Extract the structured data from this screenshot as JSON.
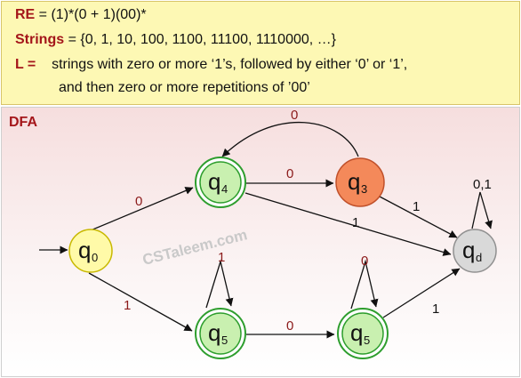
{
  "header": {
    "re_key": "RE",
    "re_value": " = (1)*(0 + 1)(00)*",
    "strings_key": "Strings",
    "strings_value": " = {0, 1, 10, 100, 1100, 11100, 1110000, …}",
    "lang_key": "L =",
    "lang_value": "    strings with zero or more ‘1’s, followed by either ‘0’ or ‘1’,",
    "lang_value_cont": "and then zero or more repetitions of ’00’"
  },
  "diagram": {
    "title": "DFA",
    "watermark": "CSTaleem.com",
    "states": [
      {
        "id": "q0",
        "letter": "q",
        "sub": "0",
        "fill": "#fffaa8",
        "stroke": "#c8b800",
        "accepting": false
      },
      {
        "id": "q4",
        "letter": "q",
        "sub": "4",
        "fill": "#c9f0b0",
        "stroke": "#2e9e2e",
        "accepting": true
      },
      {
        "id": "q3",
        "letter": "q",
        "sub": "3",
        "fill": "#f4895a",
        "stroke": "#c0502a",
        "accepting": false
      },
      {
        "id": "qd",
        "letter": "q",
        "sub": "d",
        "fill": "#d9d9d9",
        "stroke": "#909090",
        "accepting": false
      },
      {
        "id": "q5a",
        "letter": "q",
        "sub": "5",
        "fill": "#c9f0b0",
        "stroke": "#2e9e2e",
        "accepting": true
      },
      {
        "id": "q5b",
        "letter": "q",
        "sub": "5",
        "fill": "#c9f0b0",
        "stroke": "#2e9e2e",
        "accepting": true
      }
    ],
    "edges": [
      {
        "id": "q0-q4",
        "label": "0"
      },
      {
        "id": "q0-q5a",
        "label": "1"
      },
      {
        "id": "q4-q3",
        "label": "0"
      },
      {
        "id": "q3-q4",
        "label": "0"
      },
      {
        "id": "q3-qd",
        "label": "1"
      },
      {
        "id": "q4-qd",
        "label": "1"
      },
      {
        "id": "q5a-loop",
        "label": "1"
      },
      {
        "id": "q5a-q5b",
        "label": "0"
      },
      {
        "id": "q5b-loop",
        "label": "0"
      },
      {
        "id": "q5b-qd",
        "label": "1"
      },
      {
        "id": "qd-loop",
        "label": "0,1"
      }
    ]
  }
}
